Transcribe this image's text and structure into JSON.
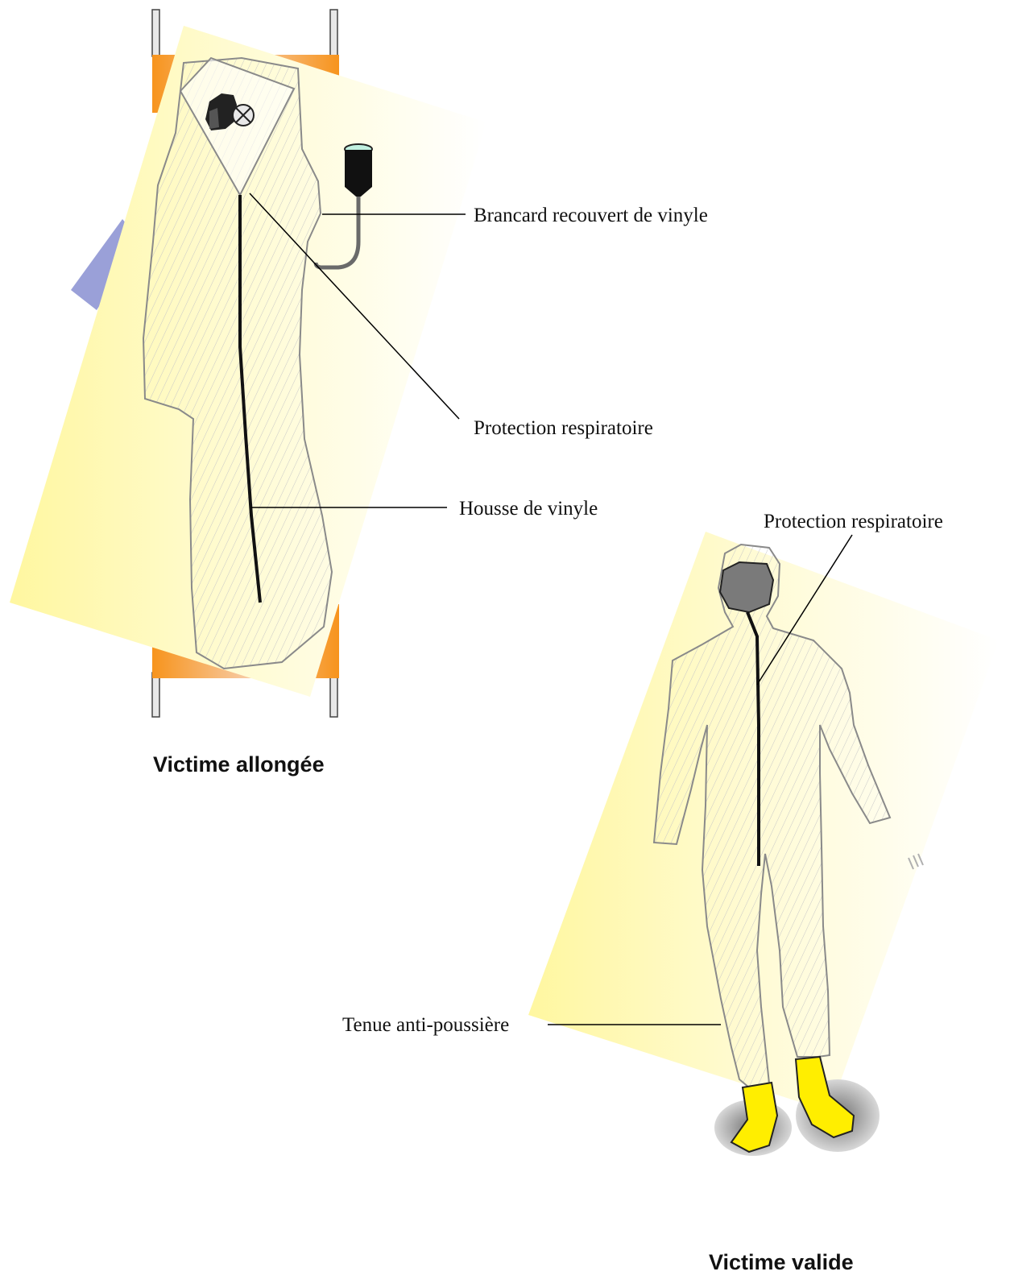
{
  "figure_a": {
    "caption": "Victime allongée",
    "labels": {
      "stretcher": "Brancard recouvert de vinyle",
      "respiratory": "Protection respiratoire",
      "cover": "Housse de vinyle"
    }
  },
  "figure_b": {
    "caption": "Victime valide",
    "labels": {
      "respiratory": "Protection respiratoire",
      "suit": "Tenue anti-poussière"
    }
  },
  "colors": {
    "glow": "#fff9a8",
    "stretcher_orange": "#f7941d",
    "stretcher_shadow": "#9aa0d8",
    "outline": "#808080",
    "boots": "#ffee00",
    "mask": "#7a7a7a"
  }
}
